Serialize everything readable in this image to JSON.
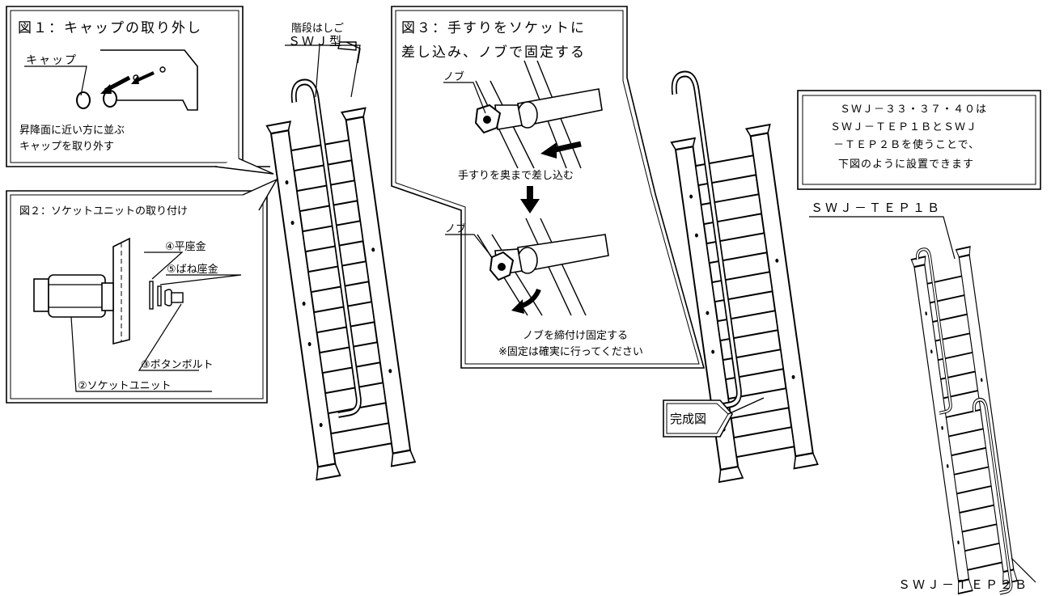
{
  "fig1": {
    "title": "図１：キャップの取り外し",
    "cap_label": "キャップ",
    "note_line1": "昇降面に近い方に並ぶ",
    "note_line2": "キャップを取り外す"
  },
  "stair": {
    "name_line1": "階段はしご",
    "name_line2": "ＳＷＪ型"
  },
  "fig2": {
    "title": "図２：ソケットユニットの取り付け",
    "flat_washer": "④平座金",
    "spring_washer": "⑤ばね座金",
    "button_bolt": "③ボタンボルト",
    "socket_unit": "②ソケットユニット"
  },
  "fig3": {
    "title_line1": "図３：手すりをソケットに",
    "title_line2": "差し込み、ノブで固定する",
    "knob_label_1": "ノブ",
    "insert_text": "手すりを奥まで差し込む",
    "knob_label_2": "ノブ",
    "tighten_text": "ノブを締付け固定する",
    "caution_text": "※固定は確実に行ってください"
  },
  "completed_label": "完成図",
  "info_box": {
    "line1": "ＳＷＪ－３３・３７・４０は",
    "line2": "ＳＷＪ－ＴＥＰ１ＢとＳＷＪ",
    "line3": "－ＴＥＰ２Ｂを使うことで、",
    "line4": "下図のように設置できます"
  },
  "tep1b_label": "ＳＷＪ－ＴＥＰ１Ｂ",
  "tep2b_label": "ＳＷＪ－ＴＥＰ２Ｂ"
}
